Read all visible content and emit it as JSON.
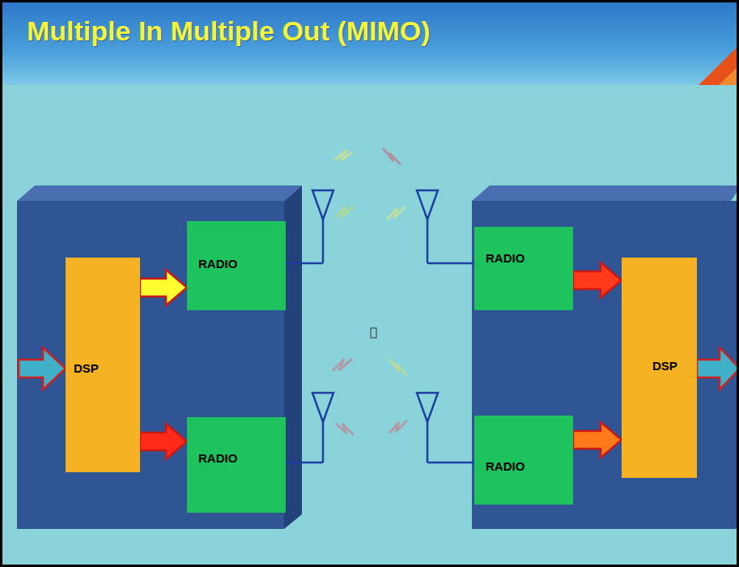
{
  "diagram": {
    "title": "Multiple In Multiple Out (MIMO)",
    "nodes": [
      {
        "text": [
          "DSP"
        ]
      },
      {
        "text": [
          "RADIO"
        ]
      },
      {
        "text": [
          "RADIO"
        ]
      },
      {
        "text": [
          "RADIO"
        ]
      },
      {
        "text": [
          "RADIO"
        ]
      },
      {
        "text": [
          "DSP"
        ]
      }
    ],
    "edges": [
      {
        "from": 0,
        "to": 1,
        "arrow": "to"
      },
      {
        "from": 0,
        "to": 2,
        "arrow": "to"
      },
      {
        "from": 3,
        "to": 5,
        "arrow": "to"
      },
      {
        "from": 4,
        "to": 5,
        "arrow": "to"
      }
    ]
  }
}
